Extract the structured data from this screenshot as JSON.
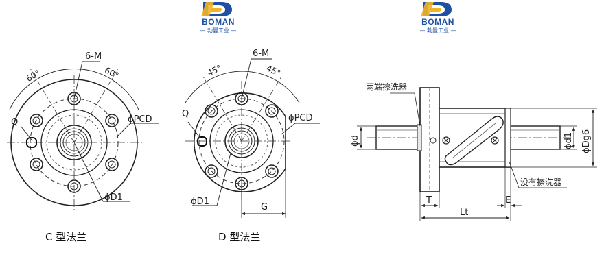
{
  "logos": [
    {
      "brand": "BOMAN",
      "tagline": "— 勃曼工业 —",
      "colors": {
        "primary": "#1e4fa3",
        "accent": "#f0b429"
      }
    },
    {
      "brand": "BOMAN",
      "tagline": "— 勃曼工业 —",
      "colors": {
        "primary": "#1e4fa3",
        "accent": "#f0b429"
      }
    }
  ],
  "flange_c": {
    "caption": "C 型法兰",
    "angle_left": "60°",
    "angle_right": "60°",
    "holes": "6-M",
    "pcd": "ϕPCD",
    "q": "Q",
    "d1": "ϕD1"
  },
  "flange_d": {
    "caption": "D 型法兰",
    "angle_left": "45°",
    "angle_right": "45°",
    "holes": "6-M",
    "pcd": "ϕPCD",
    "q": "Q",
    "d1": "ϕD1",
    "g": "G"
  },
  "side_view": {
    "wiper_both": "两端擦洗器",
    "wiper_none": "没有擦洗器",
    "d": "ϕd",
    "d1": "ϕd1",
    "dg6": "ϕDg6",
    "t": "T",
    "e": "E",
    "lt": "Lt"
  }
}
